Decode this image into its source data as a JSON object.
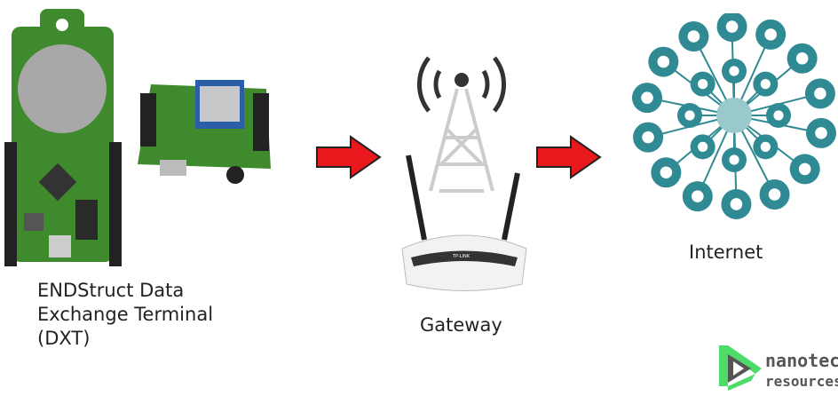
{
  "nodes": {
    "dxt": {
      "label_line1": "ENDStruct Data",
      "label_line2": "Exchange Terminal",
      "label_line3": "(DXT)"
    },
    "gateway": {
      "label": "Gateway"
    },
    "internet": {
      "label": "Internet"
    }
  },
  "arrows": {
    "color": "#e8181c"
  },
  "router_brand": "TP-LINK",
  "logo": {
    "line1": "nanotec",
    "line2": "resources",
    "accent": "#4ddb6a"
  },
  "colors": {
    "pcb": "#3f8a2c",
    "internet": "#2f8a93"
  }
}
